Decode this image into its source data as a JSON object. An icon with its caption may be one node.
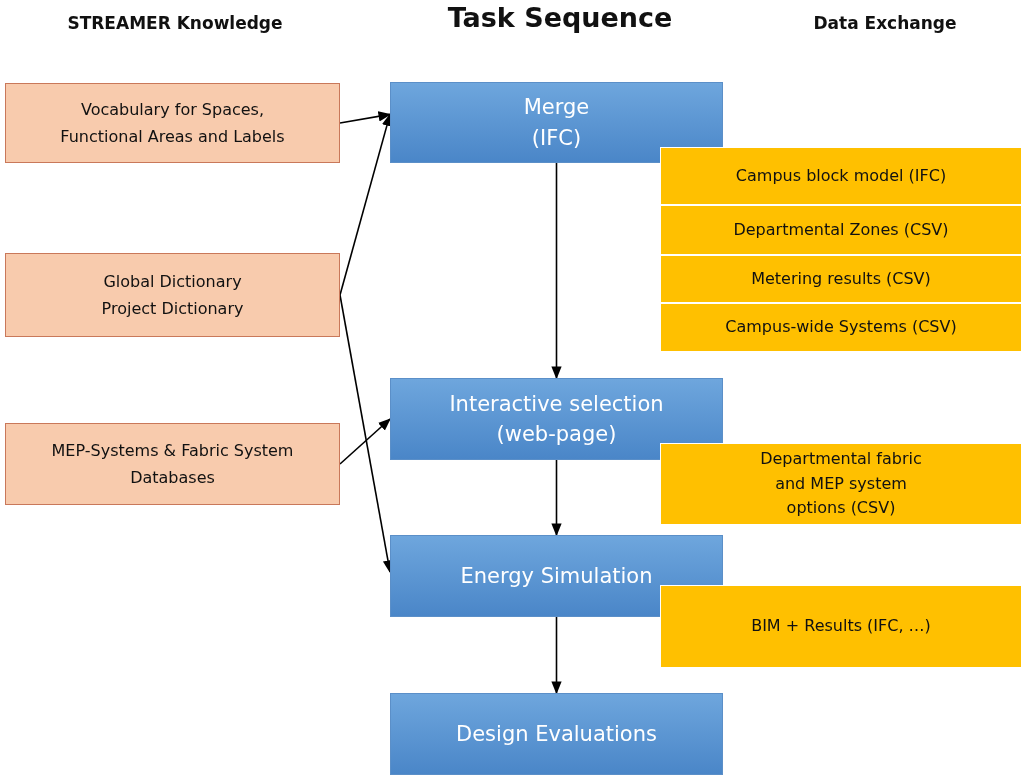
{
  "diagram": {
    "nodes": [
      {
        "text": [
          "Vocabulary for Spaces, Functional Areas and Labels"
        ]
      },
      {
        "text": [
          "Global Dictionary Project Dictionary"
        ]
      },
      {
        "text": [
          "MEP-Systems & Fabric System Databases"
        ]
      },
      {
        "text": [
          "Merge (IFC)"
        ]
      },
      {
        "text": [
          "Interactive selection (web-page)"
        ]
      },
      {
        "text": [
          "Energy Simulation"
        ]
      },
      {
        "text": [
          "Design Evaluations"
        ]
      },
      {
        "text": [
          "Campus block model (IFC)"
        ]
      },
      {
        "text": [
          "Departmental Zones (CSV)"
        ]
      },
      {
        "text": [
          "Metering results (CSV)"
        ]
      },
      {
        "text": [
          "Campus-wide Systems (CSV)"
        ]
      },
      {
        "text": [
          "Departmental fabric and MEP system options (CSV)"
        ]
      },
      {
        "text": [
          "BIM + Results (IFC, …)"
        ]
      }
    ],
    "edges": [
      {
        "from": 0,
        "to": 3,
        "arrow": "to"
      },
      {
        "from": 1,
        "to": 3,
        "arrow": "to"
      },
      {
        "from": 1,
        "to": 5,
        "arrow": "to"
      },
      {
        "from": 2,
        "to": 4,
        "arrow": "to"
      },
      {
        "from": 3,
        "to": 4,
        "arrow": "to"
      },
      {
        "from": 4,
        "to": 5,
        "arrow": "to"
      },
      {
        "from": 5,
        "to": 6,
        "arrow": "to"
      }
    ],
    "labels": [
      "STREAMER Knowledge",
      "Task Sequence",
      "Data Exchange"
    ]
  }
}
